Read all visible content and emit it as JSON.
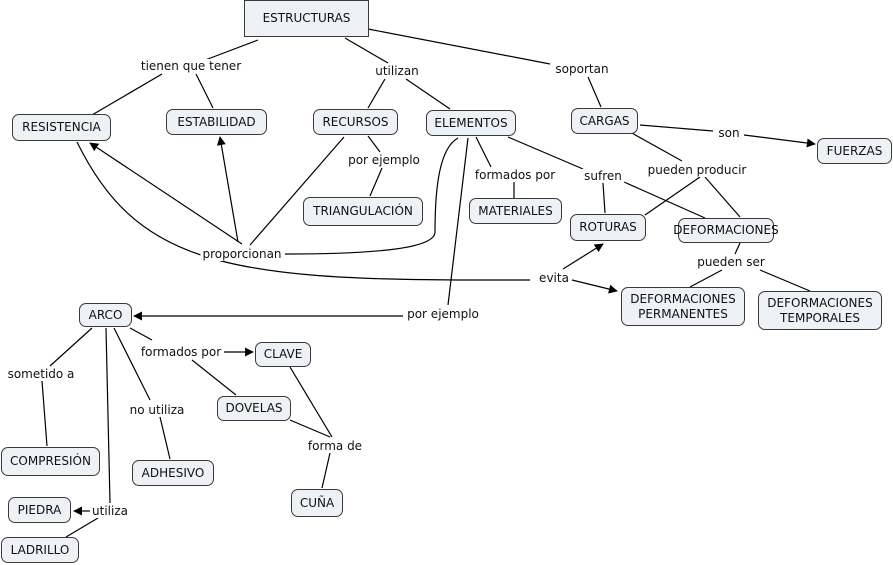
{
  "concepts": {
    "estructuras": "ESTRUCTURAS",
    "resistencia": "RESISTENCIA",
    "estabilidad": "ESTABILIDAD",
    "recursos": "RECURSOS",
    "elementos": "ELEMENTOS",
    "cargas": "CARGAS",
    "fuerzas": "FUERZAS",
    "triangulacion": "TRIANGULACIÓN",
    "materiales": "MATERIALES",
    "roturas": "ROTURAS",
    "deformaciones": "DEFORMACIONES",
    "def_permanentes": "DEFORMACIONES\nPERMANENTES",
    "def_temporales": "DEFORMACIONES\nTEMPORALES",
    "arco": "ARCO",
    "clave": "CLAVE",
    "dovelas": "DOVELAS",
    "compresion": "COMPRESIÓN",
    "adhesivo": "ADHESIVO",
    "cuna": "CUÑA",
    "piedra": "PIEDRA",
    "ladrillo": "LADRILLO"
  },
  "links": {
    "tienen_que_tener": "tienen que tener",
    "utilizan": "utilizan",
    "soportan": "soportan",
    "son": "son",
    "por_ejemplo_1": "por ejemplo",
    "formados_por_1": "formados por",
    "sufren": "sufren",
    "pueden_producir": "pueden producir",
    "proporcionan": "proporcionan",
    "evita": "evita",
    "pueden_ser": "pueden ser",
    "por_ejemplo_2": "por ejemplo",
    "sometido_a": "sometido a",
    "formados_por_2": "formados por",
    "no_utiliza": "no utiliza",
    "forma_de": "forma de",
    "utiliza": "utiliza"
  }
}
